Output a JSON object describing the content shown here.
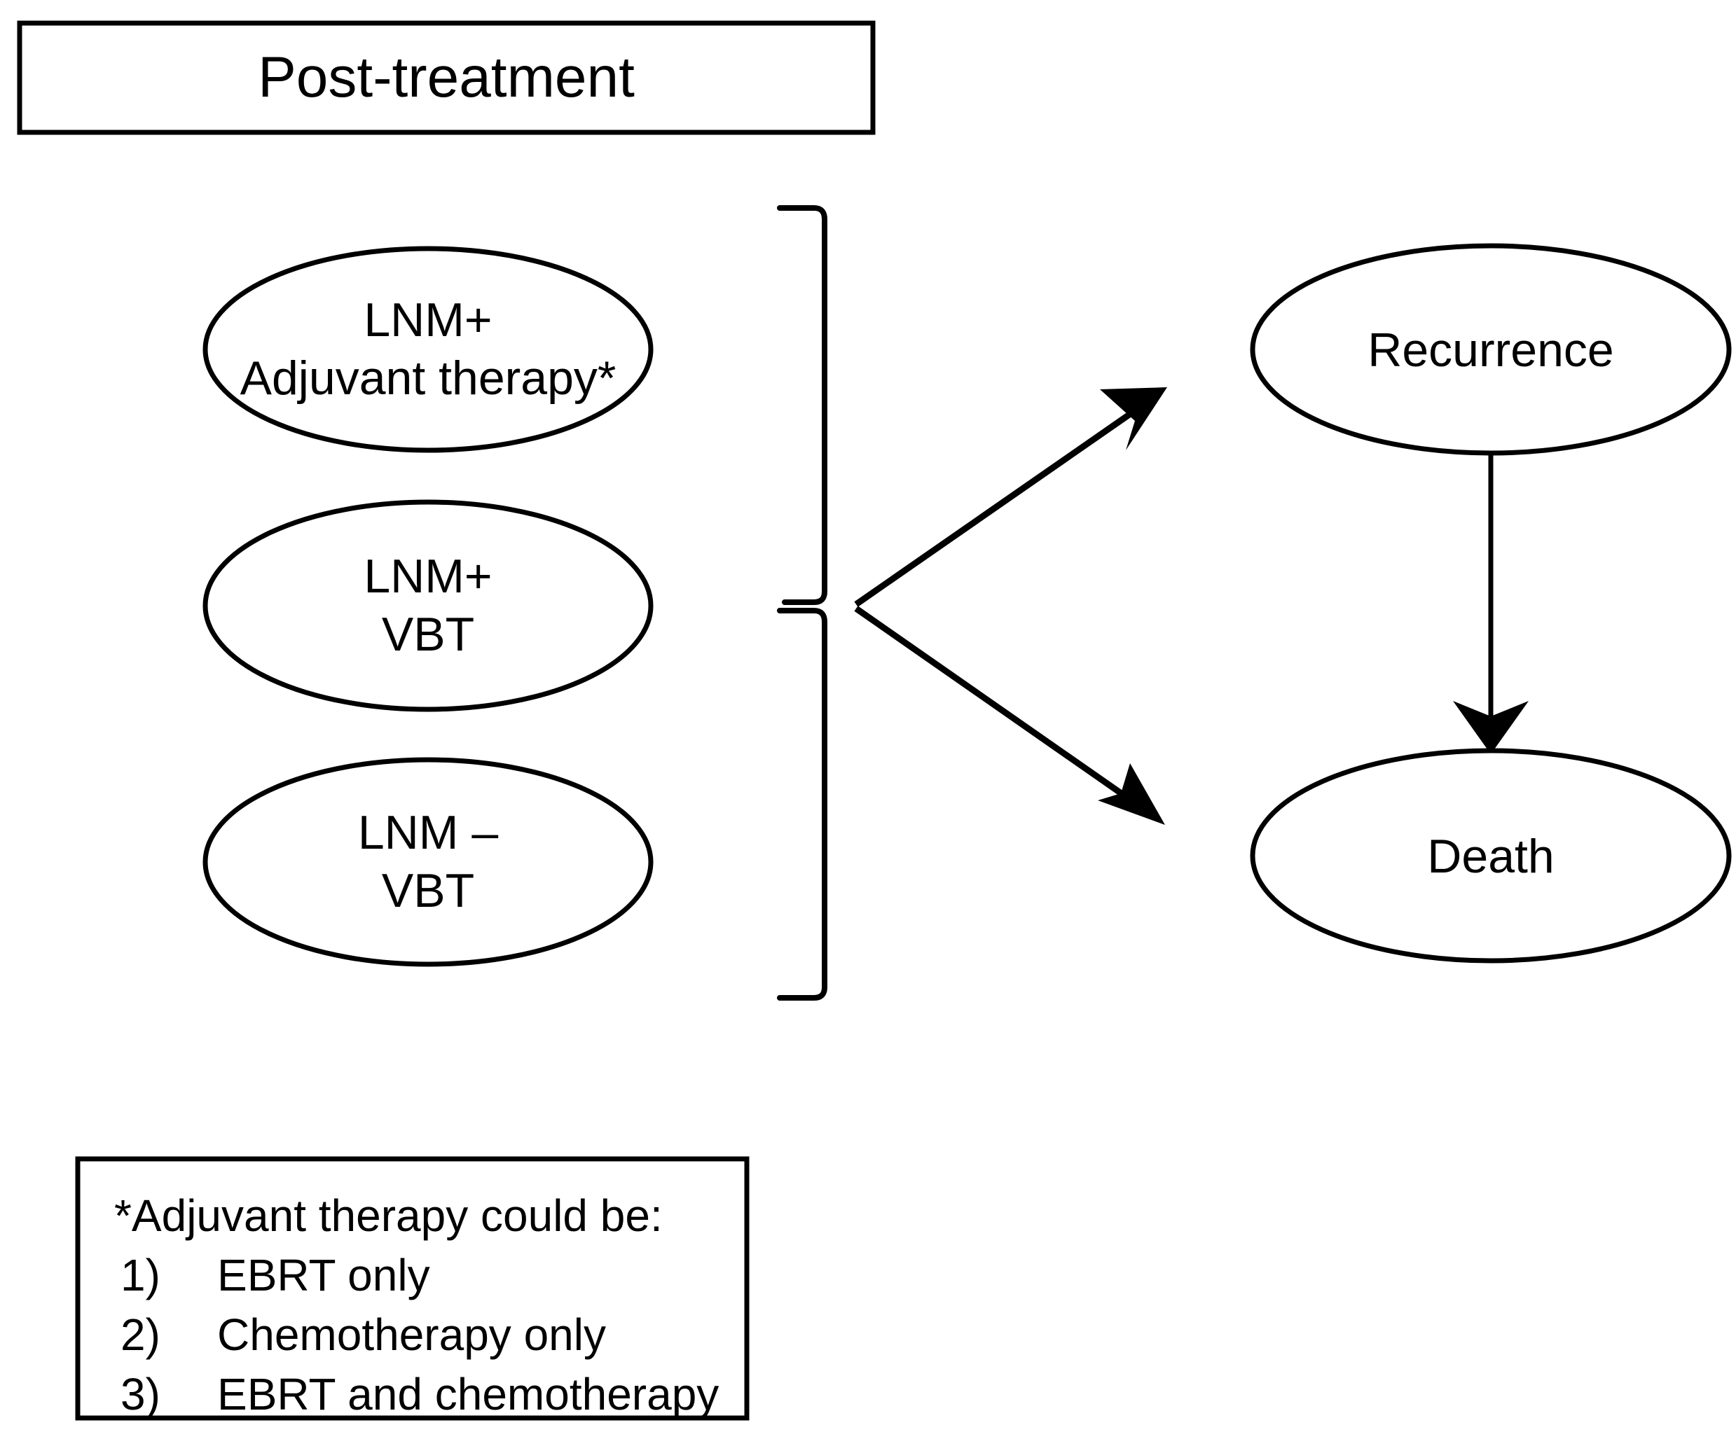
{
  "title_box": {
    "label": "Post-treatment"
  },
  "nodes": [
    {
      "id": "lnm-pos-adjuvant",
      "line1": "LNM+",
      "line2": "Adjuvant therapy*"
    },
    {
      "id": "lnm-pos-vbt",
      "line1": "LNM+",
      "line2": "VBT"
    },
    {
      "id": "lnm-neg-vbt",
      "line1": "LNM –",
      "line2": "VBT"
    },
    {
      "id": "recurrence",
      "line1": "Recurrence",
      "line2": ""
    },
    {
      "id": "death",
      "line1": "Death",
      "line2": ""
    }
  ],
  "footnote": {
    "heading": "*Adjuvant therapy could be:",
    "items": [
      {
        "number": "1)",
        "label": "EBRT only"
      },
      {
        "number": "2)",
        "label": "Chemotherapy only"
      },
      {
        "number": "3)",
        "label": "EBRT and chemotherapy"
      }
    ]
  },
  "colors": {
    "stroke": "#000000",
    "fill": "#ffffff",
    "background": "#ffffff"
  }
}
